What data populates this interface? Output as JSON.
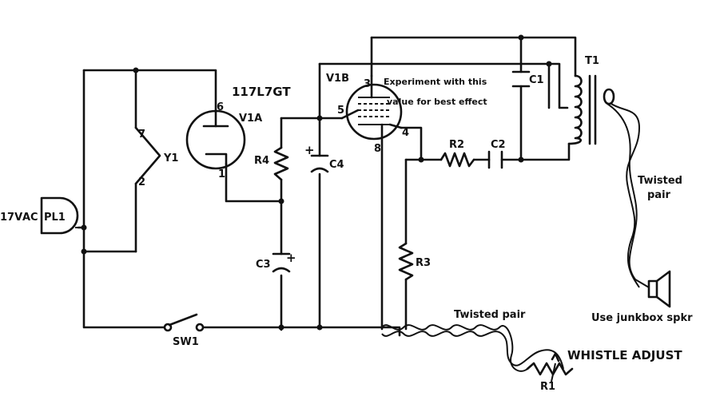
{
  "labels": {
    "tube_type": "117L7GT",
    "v1a": "V1A",
    "v1b": "V1B",
    "y1": "Y1",
    "pl1": "PL1",
    "ac_prefix": "17V",
    "ac": "AC",
    "r4": "R4",
    "c4": "C4",
    "c3": "C3",
    "c1": "C1",
    "c2": "C2",
    "r2": "R2",
    "r3": "R3",
    "r1": "R1",
    "t1": "T1",
    "sw1": "SW1",
    "note_line1": "Experiment with this",
    "note_line2": "value for best effect",
    "twisted_pair_bottom": "Twisted pair",
    "twisted_pair_right_1": "Twisted",
    "twisted_pair_right_2": "pair",
    "speaker_note": "Use junkbox spkr",
    "whistle_adjust": "WHISTLE ADJUST",
    "pin_6": "6",
    "pin_1": "1",
    "pin_7": "7",
    "pin_2": "2",
    "pin_3": "3",
    "pin_5": "5",
    "pin_4": "4",
    "pin_8": "8",
    "plus_c4": "+",
    "plus_c3": "+"
  }
}
